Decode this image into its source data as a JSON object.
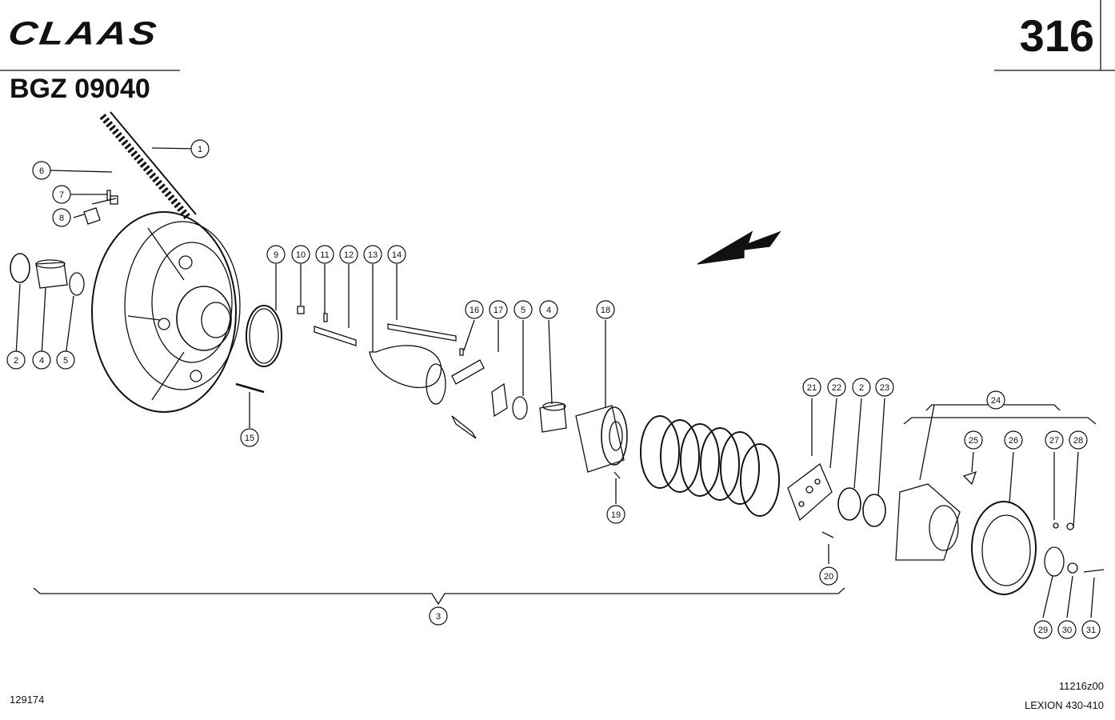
{
  "header": {
    "brand": "CLAAS",
    "page_number": "316",
    "document_code": "BGZ 09040"
  },
  "footer": {
    "left_code": "129174",
    "drawing_ref": "11216z00",
    "model": "LEXION 430-410"
  },
  "callouts": [
    "1",
    "2",
    "4",
    "5",
    "6",
    "7",
    "8",
    "9",
    "10",
    "11",
    "12",
    "13",
    "14",
    "15",
    "16",
    "17",
    "5",
    "4",
    "18",
    "19",
    "20",
    "21",
    "22",
    "2",
    "23",
    "24",
    "25",
    "26",
    "27",
    "28",
    "29",
    "30",
    "31",
    "3"
  ]
}
